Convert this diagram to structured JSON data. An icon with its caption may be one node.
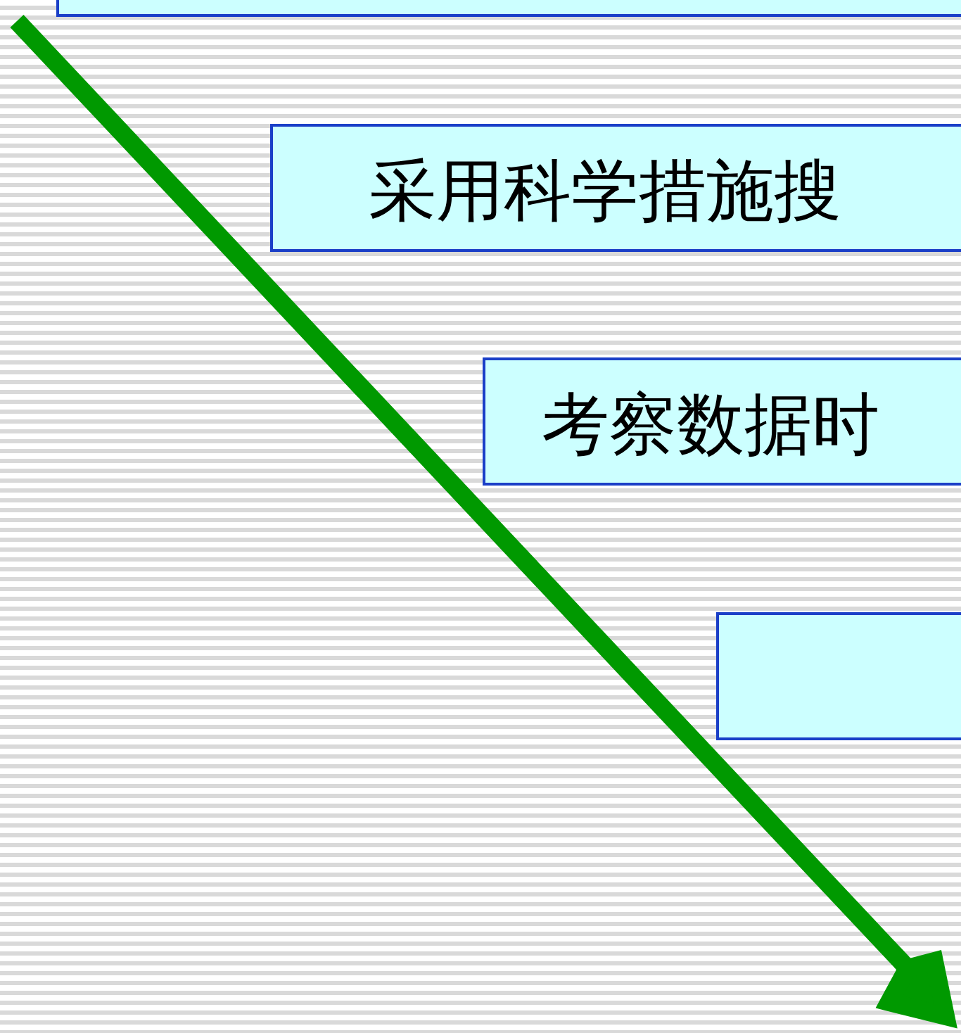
{
  "diagram": {
    "nodes": [
      {
        "text": [],
        "shape": "box"
      },
      {
        "text": [
          "采用科学措施搜"
        ]
      },
      {
        "text": [
          "考察数据时"
        ]
      },
      {
        "text": [],
        "shape": "box"
      }
    ]
  }
}
